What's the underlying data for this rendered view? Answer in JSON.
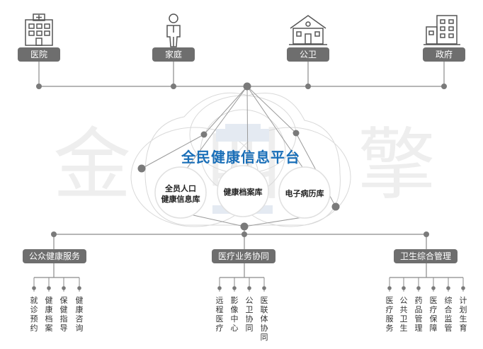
{
  "watermark": [
    "金",
    "叫",
    "擎"
  ],
  "top_entities": [
    {
      "label": "医院",
      "icon": "hospital-building-icon"
    },
    {
      "label": "家庭",
      "icon": "person-icon"
    },
    {
      "label": "公卫",
      "icon": "public-health-building-icon"
    },
    {
      "label": "政府",
      "icon": "government-building-icon"
    }
  ],
  "platform": {
    "title": "全民健康信息平台",
    "databases": [
      {
        "line1": "全员人口",
        "line2": "健康信息库"
      },
      {
        "line1": "健康档案库",
        "line2": ""
      },
      {
        "line1": "电子病历库",
        "line2": ""
      }
    ]
  },
  "sections": [
    {
      "label": "公众健康服务",
      "items": [
        "就诊预约",
        "健康档案",
        "保健指导",
        "健康咨询"
      ]
    },
    {
      "label": "医疗业务协同",
      "items": [
        "远程医疗",
        "影像中心",
        "公卫协同",
        "医联体协同"
      ]
    },
    {
      "label": "卫生综合管理",
      "items": [
        "医疗服务",
        "公共卫生",
        "药品管理",
        "医疗保障",
        "综合监管",
        "计划生育"
      ]
    }
  ],
  "colors": {
    "line": "#8a8a8a",
    "dot": "#7a7a7a",
    "label_bg": "#6e6e6e",
    "title": "#1a6fb8",
    "cloud": "#d9d9d9"
  }
}
